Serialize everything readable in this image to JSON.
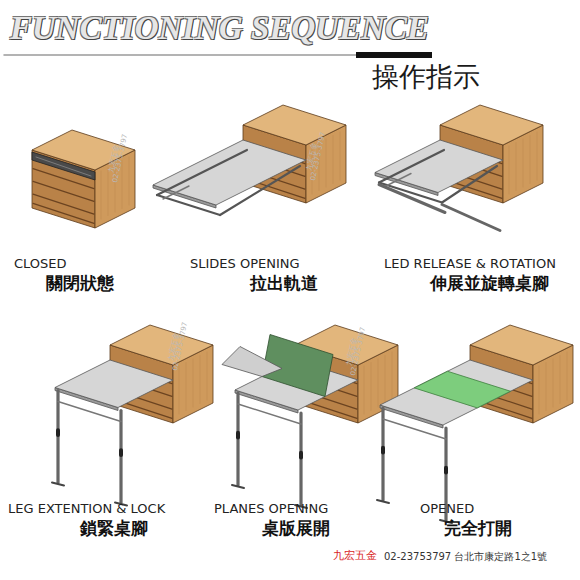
{
  "diagram": {
    "title": "FUNCTIONING SEQUENCE",
    "labels": [
      "操作指示",
      "CLOSED",
      "關閉狀態",
      "SLIDES OPENING",
      "拉出軌道",
      "LED RELEASE & ROTATION",
      "伸展並旋轉桌腳",
      "LEG EXTENTION & LOCK",
      "鎖緊桌腳",
      "PLANES OPENING",
      "桌版展開",
      "OPENED",
      "完全打開",
      "九宏五金",
      "02-23753797 台北市康定路1之1號",
      "九宏五金",
      "02-2375-3797",
      "九宏五金",
      "02-2375-3797",
      "九宏五金",
      "02-2375-3797",
      "九宏五金",
      "02-2375-3797"
    ]
  }
}
